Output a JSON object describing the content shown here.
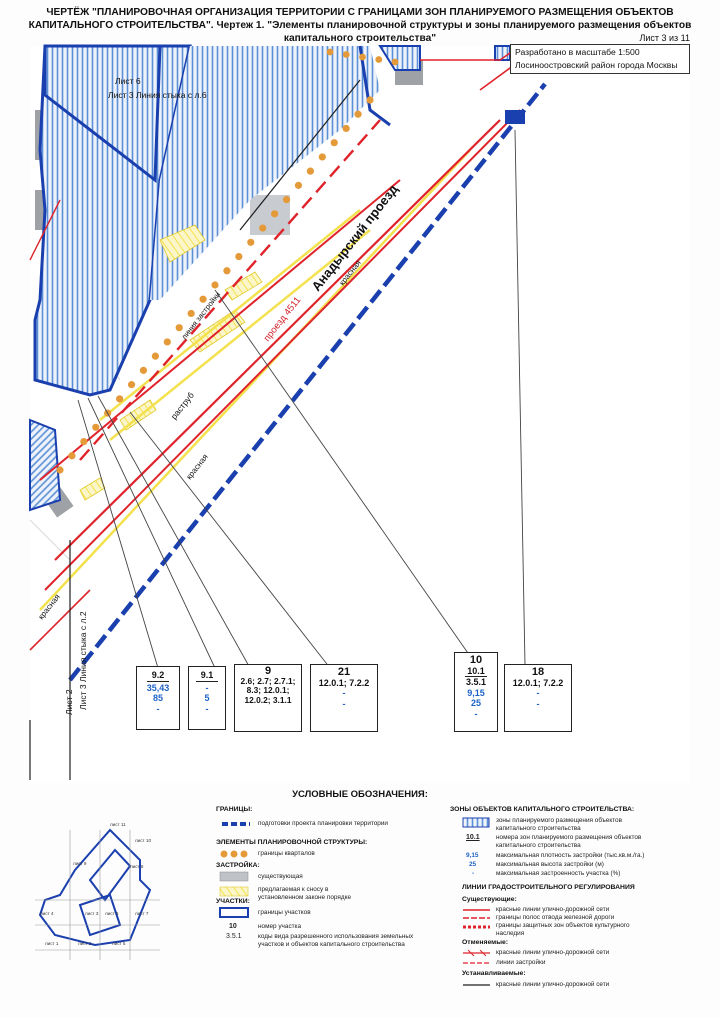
{
  "title": "ЧЕРТЁЖ \"ПЛАНИРОВОЧНАЯ ОРГАНИЗАЦИЯ ТЕРРИТОРИИ С ГРАНИЦАМИ ЗОН ПЛАНИРУЕМОГО РАЗМЕЩЕНИЯ ОБЪЕКТОВ КАПИТАЛЬНОГО СТРОИТЕЛЬСТВА\". Чертеж 1. \"Элементы планировочной структуры и зоны планируемого размещения объектов капитального строительства\"",
  "sheet_number": "Лист 3 из 11",
  "stamp": {
    "scale": "Разработано в масштабе 1:500",
    "district": "Лосиноостровский район города Москвы"
  },
  "map_labels": {
    "sheet6": "Лист 6",
    "sheet3_join6": "Лист 3 Линия стыка с л.6",
    "sheet2": "Лист 2",
    "sheet3_join2": "Лист 3 Линия стыка с л.2",
    "street": "Анадырский проезд",
    "proezd": "проезд 4511",
    "krasnaya1": "красная",
    "krasnaya2": "красная",
    "krasnaya3": "красная",
    "rastrub": "раструб",
    "liniya": "линия застройки"
  },
  "zone_cards": [
    {
      "num": "9.2",
      "code": "",
      "values": [
        "35,43",
        "85",
        "-"
      ],
      "blue": true
    },
    {
      "num": "9.1",
      "code": "",
      "values": [
        "-",
        "5",
        "-"
      ],
      "blue": true
    },
    {
      "num": "9",
      "code": "2.6; 2.7; 2.7.1; 8.3; 12.0.1; 12.0.2; 3.1.1",
      "values": [],
      "blue": false
    },
    {
      "num": "21",
      "code": "12.0.1; 7.2.2",
      "values": [
        "-",
        "-"
      ],
      "blue": true
    },
    {
      "num": "10",
      "sub": "10.1",
      "code": "3.5.1",
      "values": [
        "9,15",
        "25",
        "-"
      ],
      "blue": true
    },
    {
      "num": "18",
      "code": "12.0.1; 7.2.2",
      "values": [
        "-",
        "-"
      ],
      "blue": true
    }
  ],
  "legend": {
    "title": "УСЛОВНЫЕ ОБОЗНАЧЕНИЯ:",
    "borders_h": "ГРАНИЦЫ:",
    "borders_item": "подготовки проекта планировки территории",
    "elements_h": "ЭЛЕМЕНТЫ ПЛАНИРОВОЧНОЙ СТРУКТУРЫ:",
    "elements_item": "границы кварталов",
    "build_h": "ЗАСТРОЙКА:",
    "build_item1": "существующая",
    "build_item2": "предлагаемая к сносу в установленном законе порядке",
    "plots_h": "УЧАСТКИ:",
    "plots_item": "границы участков",
    "plot_num_label": "10",
    "plot_num_item": "номер участка",
    "plot_code_label": "3.5.1",
    "plot_code_item": "коды вида разрешенного использования земельных участков и объектов капитального строительства",
    "zones_h": "ЗОНЫ ОБЪЕКТОВ КАПИТАЛЬНОГО СТРОИТЕЛЬСТВА:",
    "zones_item1": "зоны планируемого размещения объектов капитального строительства",
    "zones_num": "10.1",
    "zones_item2": "номера зон планируемого размещения объектов капитального строительства",
    "zones_v1": "9,15",
    "zones_item3": "максимальная плотность застройки (тыс.кв.м./га.)",
    "zones_v2": "25",
    "zones_item4": "максимальная высота застройки (м)",
    "zones_v3": "-",
    "zones_item5": "максимальная застроенность участка (%)",
    "reg_h": "ЛИНИИ ГРАДОСТРОИТЕЛЬНОГО РЕГУЛИРОВАНИЯ",
    "exist_h": "Существующие:",
    "exist1": "красные линии улично-дорожной сети",
    "exist2": "границы полос отвода железной дороги",
    "exist3": "границы защитных зон объектов культурного наследия",
    "cancel_h": "Отменяемые:",
    "cancel1": "красные линии улично-дорожной сети",
    "cancel2": "линии застройки",
    "set_h": "Устанавливаемые:",
    "set1": "красные линии улично-дорожной сети"
  },
  "keymap": {
    "l11": "лист 11",
    "l10": "лист 10",
    "l9": "лист 9",
    "l8": "лист 8",
    "l3": "лист 3",
    "l6": "лист 6",
    "l7": "лист 7",
    "l4": "лист 4",
    "l2": "лист 2",
    "l1": "лист 1",
    "l5": "лист 5"
  },
  "colors": {
    "red_line": "#e0232b",
    "blue_border": "#1a3fae",
    "hatch": "#5b8fd6",
    "orange_dot": "#e59a3a",
    "yellow": "#f3e14d",
    "dark": "#1f1f1f"
  }
}
